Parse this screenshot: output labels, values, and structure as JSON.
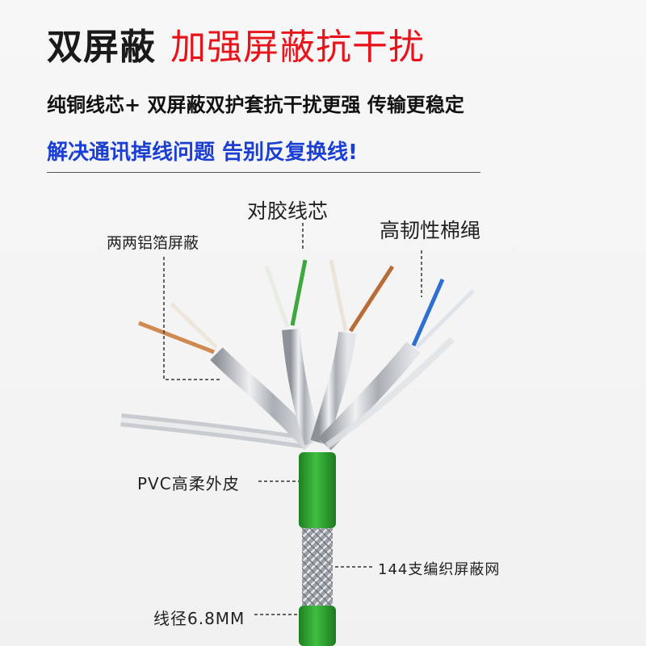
{
  "header": {
    "title_dark": "双屏蔽",
    "title_red": "加强屏蔽抗干扰",
    "subtitle": "纯铜线芯+ 双屏蔽双护套抗干扰更强 传输更稳定",
    "tagline": "解决通讯掉线问题 告别反复换线!"
  },
  "callouts": {
    "foil": "两两铝箔屏蔽",
    "core": "对胶线芯",
    "rope": "高韧性棉绳",
    "jacket": "PVC高柔外皮",
    "braid": "144支编织屏蔽网",
    "diameter": "线径6.8MM"
  },
  "colors": {
    "title_red": "#e8141b",
    "tagline_blue": "#1b3fd2",
    "jacket_green": "#2fa12f",
    "foil_silver": "#c9ccd1",
    "copper": "#c8834a"
  }
}
